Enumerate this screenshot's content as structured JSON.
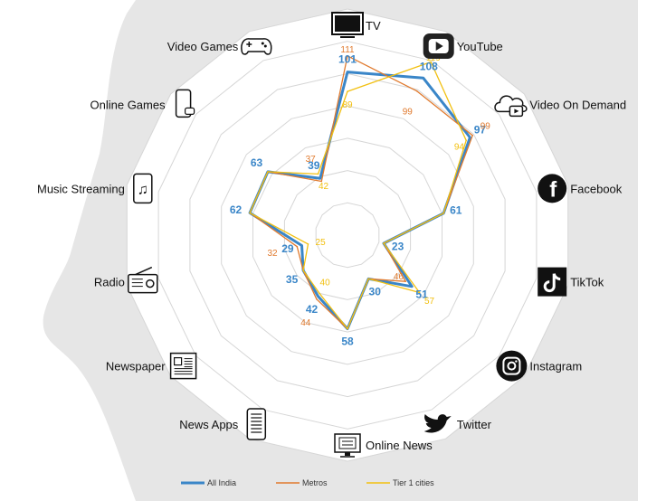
{
  "chart_data": {
    "type": "radar",
    "categories": [
      "TV",
      "YouTube",
      "Video On Demand",
      "Facebook",
      "TikTok",
      "Instagram",
      "Twitter",
      "Online News",
      "News Apps",
      "Newspaper",
      "Radio",
      "Music Streaming",
      "Online Games",
      "Video Games"
    ],
    "series": [
      {
        "name": "All India",
        "color": "#3a86c8",
        "values": [
          101,
          108,
          97,
          61,
          23,
          51,
          30,
          58,
          42,
          35,
          29,
          62,
          63,
          39
        ]
      },
      {
        "name": "Metros",
        "color": "#e07a2e",
        "values": [
          111,
          99,
          99,
          61,
          23,
          46,
          30,
          58,
          44,
          35,
          32,
          62,
          63,
          37
        ]
      },
      {
        "name": "Tier 1 cities",
        "color": "#f2c011",
        "values": [
          89,
          119,
          94,
          61,
          23,
          57,
          30,
          58,
          40,
          35,
          25,
          62,
          63,
          42
        ]
      }
    ],
    "value_labels": {
      "All India": [
        "101",
        "108",
        "97",
        "61",
        "23",
        "51",
        "30",
        "58",
        "42",
        "35",
        "29",
        "62",
        "63",
        "39"
      ],
      "Metros": [
        "111",
        "99",
        "99",
        "",
        "",
        "46",
        "",
        "",
        "44",
        "",
        "32",
        "",
        "",
        "37"
      ],
      "Tier 1 cities": [
        "89",
        "119",
        "94",
        "",
        "",
        "57",
        "",
        "",
        "40",
        "",
        "25",
        "",
        "",
        "42"
      ]
    },
    "rmax": 140,
    "rings": 7,
    "legend_position": "bottom"
  },
  "icons": [
    "tv-icon",
    "youtube-icon",
    "video-on-demand-icon",
    "facebook-icon",
    "tiktok-icon",
    "instagram-icon",
    "twitter-icon",
    "online-news-icon",
    "news-apps-icon",
    "newspaper-icon",
    "radio-icon",
    "music-streaming-icon",
    "online-games-icon",
    "video-games-icon"
  ]
}
